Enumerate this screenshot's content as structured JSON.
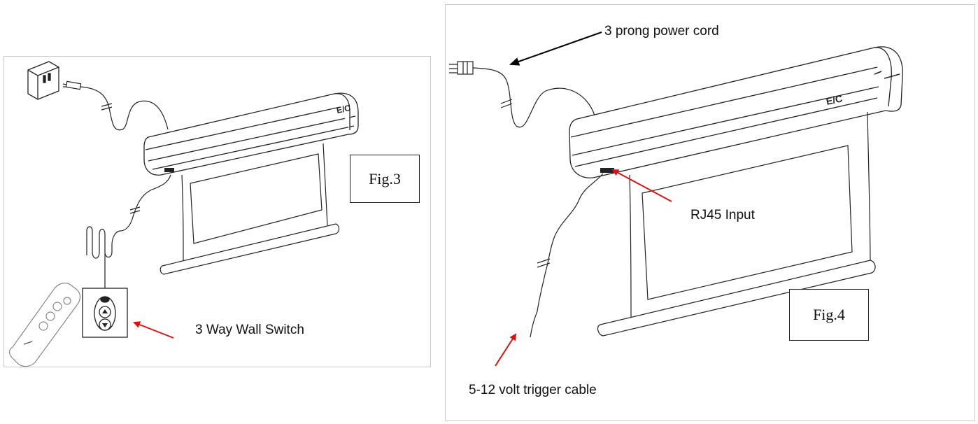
{
  "figures": {
    "left": {
      "title": "Fig.3"
    },
    "right": {
      "title": "Fig.4"
    }
  },
  "labels": {
    "wall_switch": "3 Way Wall Switch",
    "power_cord": "3 prong power cord",
    "rj45": "RJ45 Input",
    "trigger": "5-12 volt trigger cable"
  },
  "colors": {
    "arrow_red": "#e01010",
    "arrow_black": "#000000",
    "line_art": "#222222"
  },
  "icons": [
    "wall-adapter-icon",
    "screen-housing-icon",
    "remote-control-icon",
    "wall-switch-icon",
    "plug-icon"
  ]
}
